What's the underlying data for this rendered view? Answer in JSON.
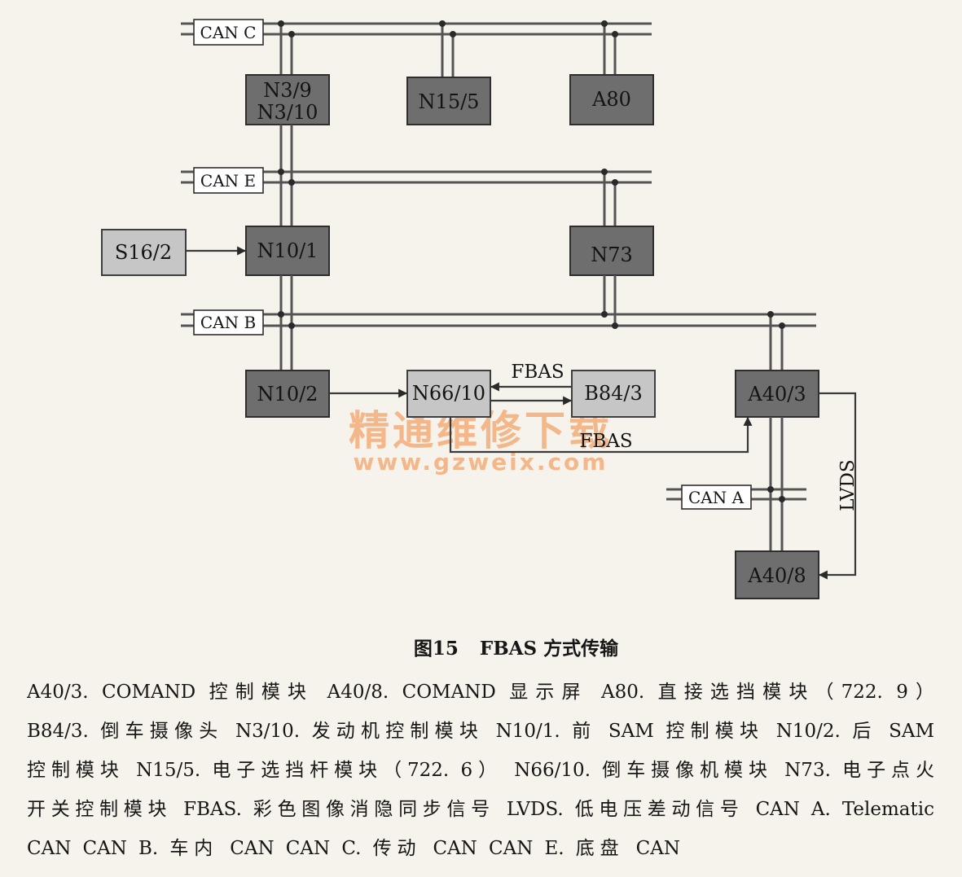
{
  "diagram": {
    "buses": {
      "can_c": "CAN C",
      "can_e": "CAN E",
      "can_b": "CAN B",
      "can_a": "CAN A"
    },
    "modules": {
      "n3_9": {
        "line1": "N3/9",
        "line2": "N3/10"
      },
      "n15_5": "N15/5",
      "a80": "A80",
      "s16_2": "S16/2",
      "n10_1": "N10/1",
      "n73": "N73",
      "n10_2": "N10/2",
      "n66_10": "N66/10",
      "b84_3": "B84/3",
      "a40_3": "A40/3",
      "a40_8": "A40/8"
    },
    "signals": {
      "fbas_upper": "FBAS",
      "fbas_lower": "FBAS",
      "lvds": "LVDS"
    },
    "colors": {
      "background": "#f6f3ec",
      "dark_module": "#6e6e6e",
      "light_module": "#c6c6c6",
      "line": "#545454",
      "label_box": "#ffffff",
      "watermark": "#f2a36a"
    }
  },
  "watermark": {
    "title": "精通维修下载",
    "url": "www.gzweix.com"
  },
  "caption": {
    "number": "图15",
    "title": "FBAS 方式传输"
  },
  "legend_lines": [
    "A40/3. COMAND 控制模块 A40/8. COMAND 显示屏 A80. 直接选挡模块（722. 9）",
    "B84/3. 倒车摄像头 N3/10. 发动机控制模块 N10/1. 前 SAM 控制模块 N10/2. 后 SAM",
    "控制模块 N15/5. 电子选挡杆模块（722. 6） N66/10. 倒车摄像机模块 N73. 电子点火",
    "开关控制模块 FBAS. 彩色图像消隐同步信号 LVDS. 低电压差动信号 CAN A. Telematic",
    "CAN CAN B. 车内 CAN CAN C. 传动 CAN CAN E. 底盘 CAN"
  ]
}
